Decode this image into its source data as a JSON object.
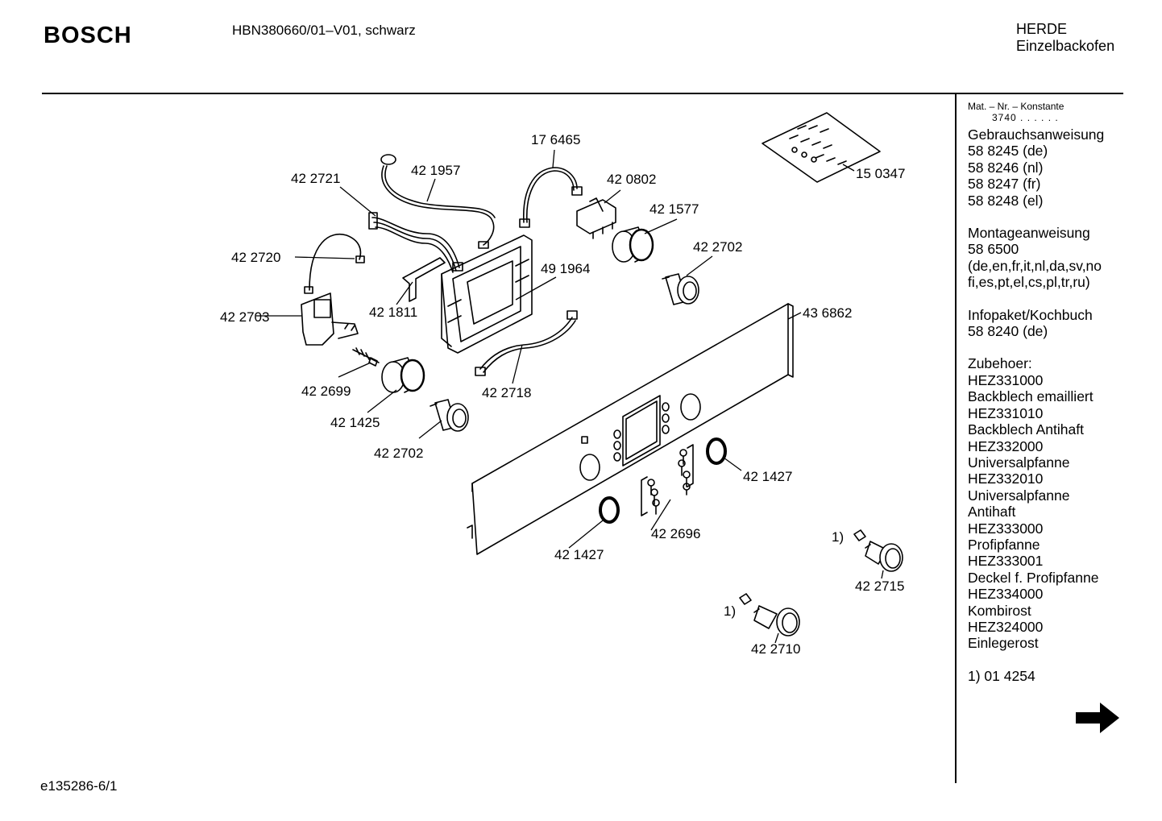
{
  "header": {
    "brand": "BOSCH",
    "model": "HBN380660/01–V01, schwarz",
    "category_line1": "HERDE",
    "category_line2": "Einzelbackofen"
  },
  "footer": {
    "code": "e135286-6/1"
  },
  "parts": [
    {
      "id": "p1",
      "label": "42 2721"
    },
    {
      "id": "p2",
      "label": "42 1957"
    },
    {
      "id": "p3",
      "label": "17 6465"
    },
    {
      "id": "p4",
      "label": "42 0802"
    },
    {
      "id": "p5",
      "label": "42 1577"
    },
    {
      "id": "p6",
      "label": "15 0347"
    },
    {
      "id": "p7",
      "label": "42 2720"
    },
    {
      "id": "p8",
      "label": "42 2702"
    },
    {
      "id": "p9",
      "label": "49 1964"
    },
    {
      "id": "p10",
      "label": "42 1811"
    },
    {
      "id": "p11",
      "label": "42 2703"
    },
    {
      "id": "p12",
      "label": "43 6862"
    },
    {
      "id": "p13",
      "label": "42 2699"
    },
    {
      "id": "p14",
      "label": "42 2718"
    },
    {
      "id": "p15",
      "label": "42 1425"
    },
    {
      "id": "p16",
      "label": "42 2702"
    },
    {
      "id": "p17",
      "label": "42 1427"
    },
    {
      "id": "p18",
      "label": "42 2696"
    },
    {
      "id": "p19",
      "label": "42 1427"
    },
    {
      "id": "p20",
      "label": "42 2715"
    },
    {
      "id": "p21",
      "label": "42 2710"
    }
  ],
  "footnote_markers": [
    "1)",
    "1)"
  ],
  "sidebar": {
    "mat_header": "Mat. – Nr. – Konstante",
    "mat_value": "3740 . . . . . .",
    "groups": [
      [
        "Gebrauchsanweisung",
        "58 8245 (de)",
        "58 8246 (nl)",
        "58 8247 (fr)",
        "58 8248 (el)"
      ],
      [
        "Montageanweisung",
        "58 6500",
        "(de,en,fr,it,nl,da,sv,no",
        "fi,es,pt,el,cs,pl,tr,ru)"
      ],
      [
        "Infopaket/Kochbuch",
        "58 8240 (de)"
      ],
      [
        "Zubehoer:",
        "HEZ331000",
        "Backblech emailliert",
        "HEZ331010",
        "Backblech Antihaft",
        "HEZ332000",
        "Universalpfanne",
        "HEZ332010",
        "Universalpfanne",
        "Antihaft",
        "HEZ333000",
        "Profipfanne",
        "HEZ333001",
        "Deckel f. Profipfanne",
        "HEZ334000",
        "Kombirost",
        "HEZ324000",
        "Einlegerost"
      ],
      [
        "1) 01 4254"
      ]
    ]
  },
  "icons": {
    "next": "arrow-right-icon"
  }
}
